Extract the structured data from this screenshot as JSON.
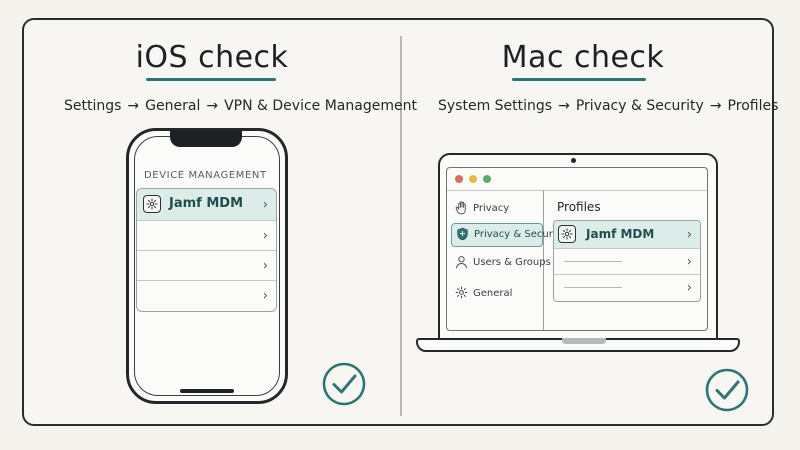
{
  "ios": {
    "title": "iOS check",
    "path": [
      "Settings",
      "General",
      "VPN & Device Management"
    ],
    "section_label": "Device Management",
    "rows": [
      {
        "label": "Jamf MDM",
        "icon": "gear-icon",
        "active": true
      },
      {
        "label": ""
      },
      {
        "label": ""
      },
      {
        "label": ""
      }
    ]
  },
  "mac": {
    "title": "Mac check",
    "path": [
      "System Settings",
      "Privacy & Security",
      "Profiles"
    ],
    "sidebar": [
      {
        "label": "Privacy",
        "icon": "hand-icon"
      },
      {
        "label": "Privacy & Security",
        "icon": "shield-icon",
        "active": true
      },
      {
        "label": "Users & Groups",
        "icon": "user-icon"
      },
      {
        "label": "General",
        "icon": "gear-icon"
      }
    ],
    "pane_title": "Profiles",
    "profiles": [
      {
        "label": "Jamf MDM",
        "icon": "gear-icon",
        "active": true
      },
      {
        "label": ""
      },
      {
        "label": ""
      }
    ]
  },
  "arrow_glyph": "→",
  "colors": {
    "accent": "#2e7474",
    "highlight": "#dcece9",
    "traffic_red": "#e06c5f",
    "traffic_yellow": "#e3b948",
    "traffic_green": "#5dae65"
  }
}
